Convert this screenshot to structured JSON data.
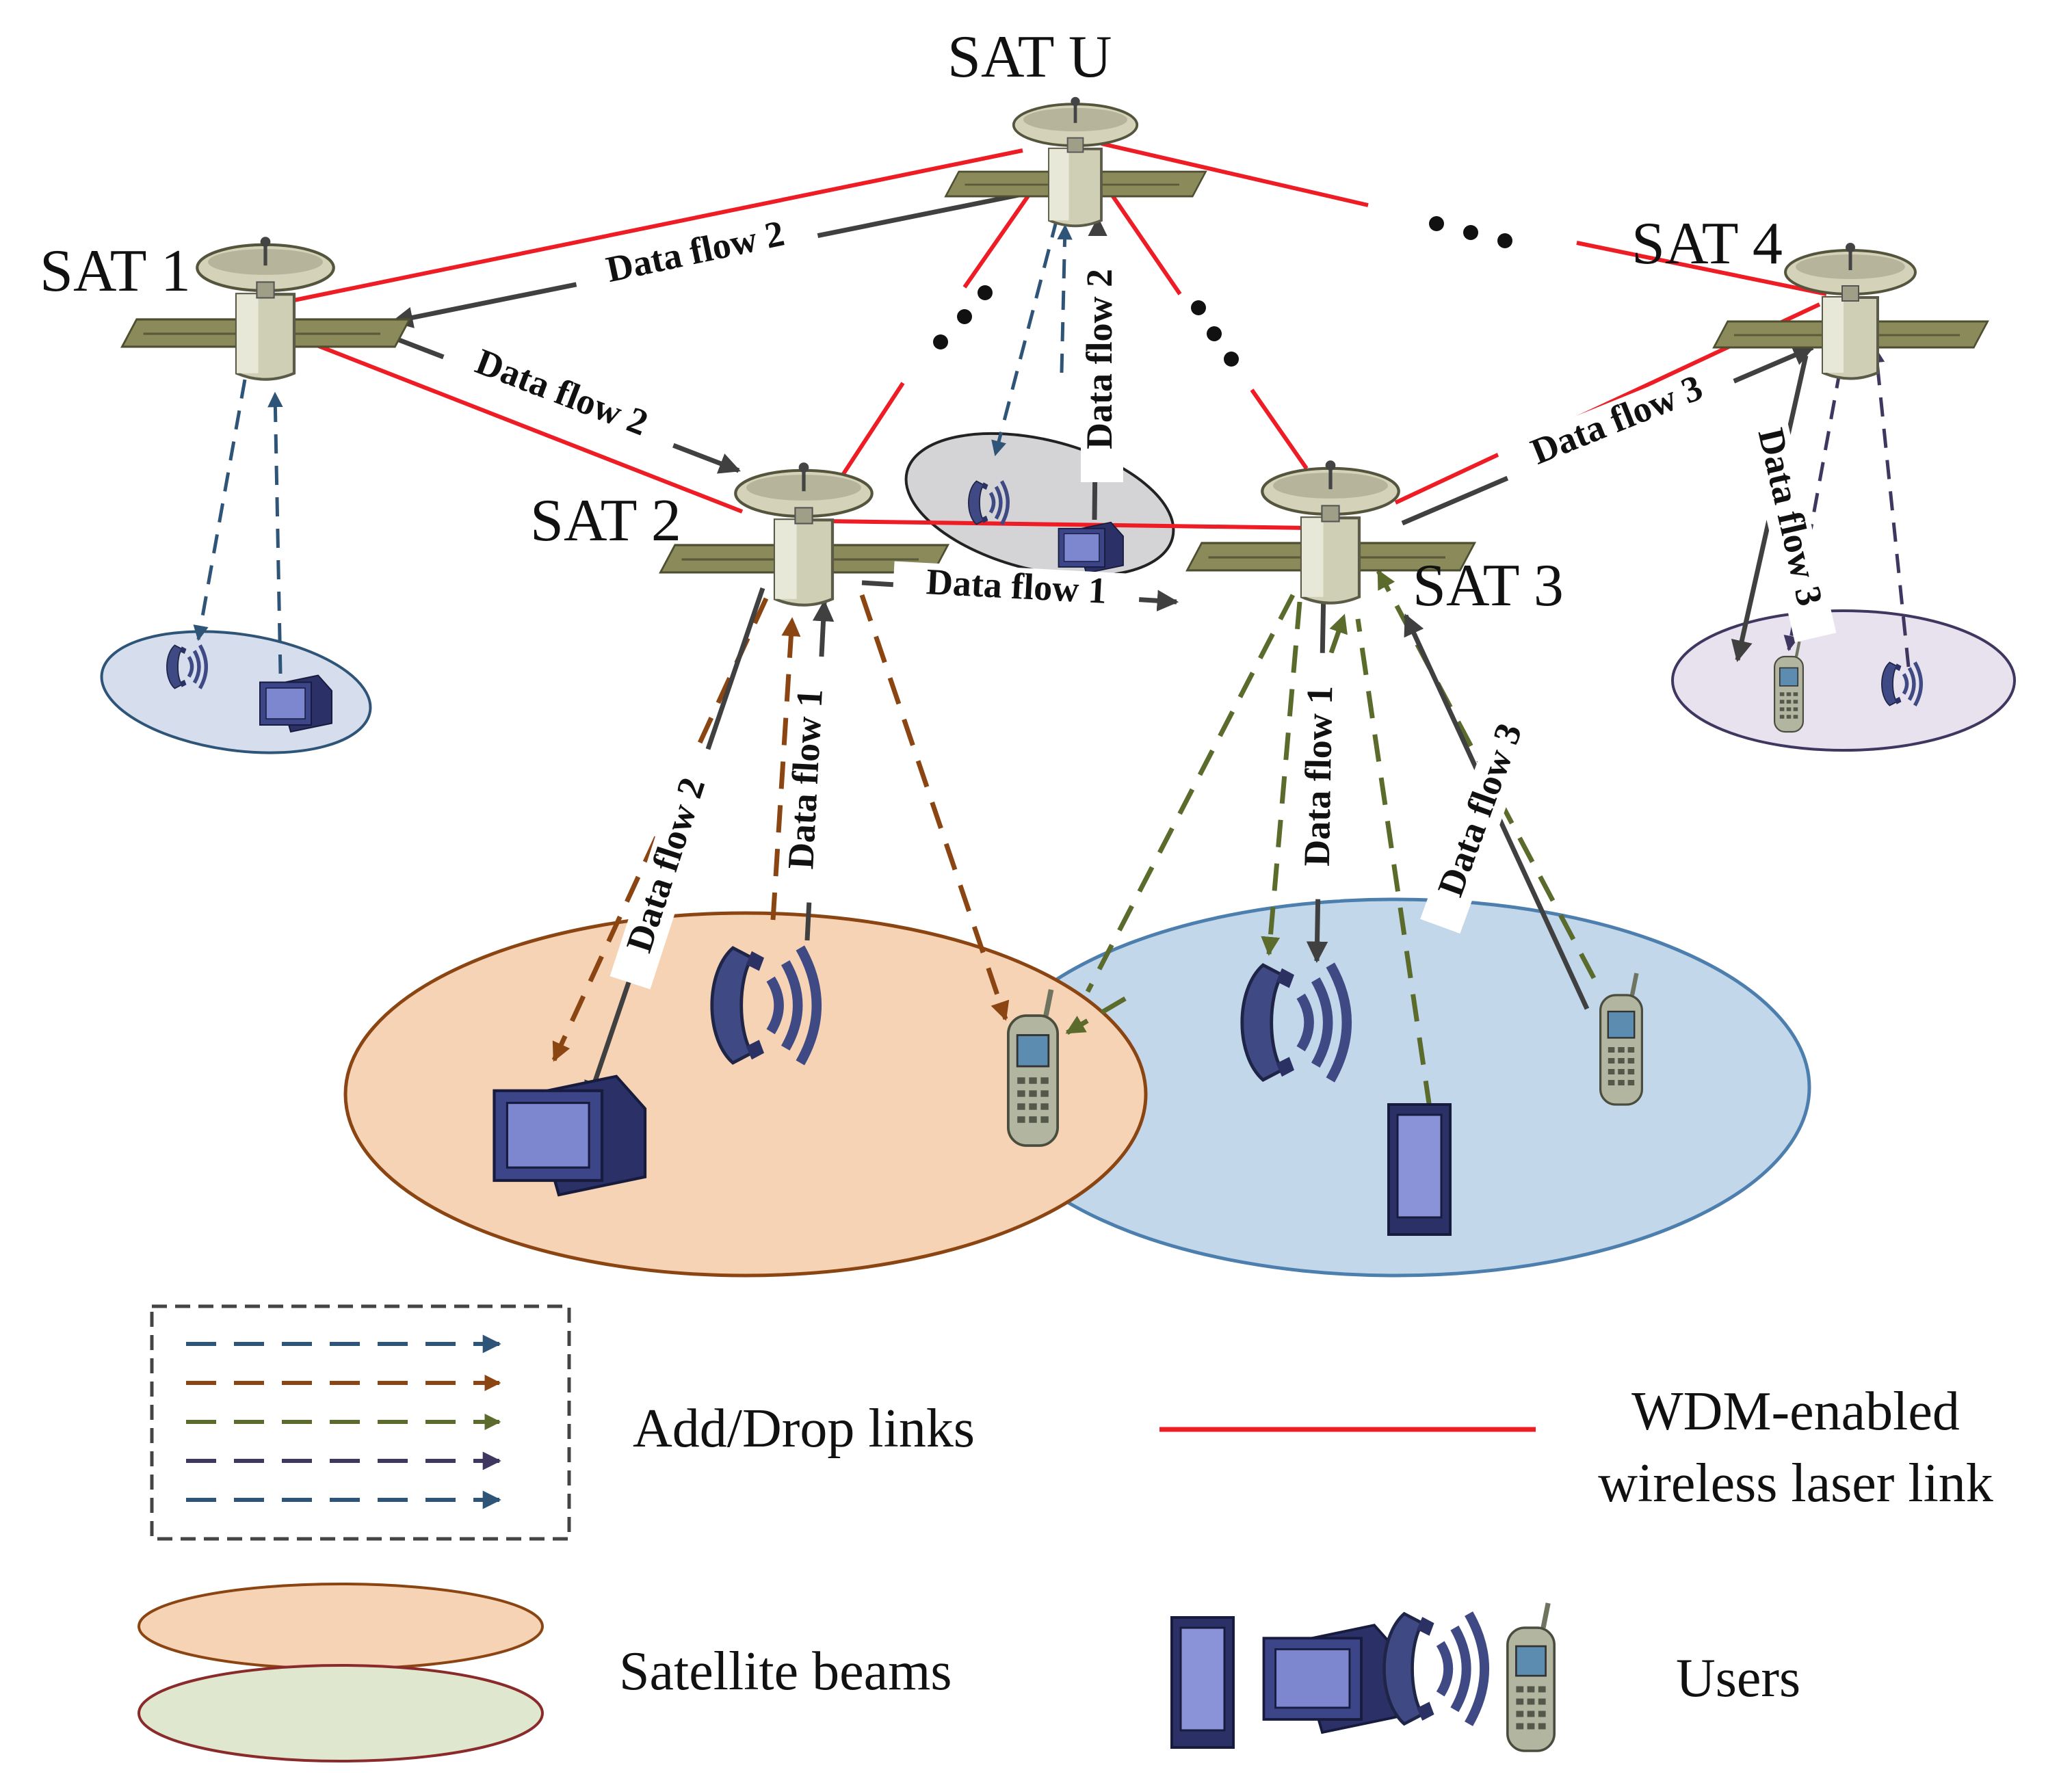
{
  "satellites": {
    "sat_u": "SAT U",
    "sat_1": "SAT 1",
    "sat_2": "SAT 2",
    "sat_3": "SAT 3",
    "sat_4": "SAT 4"
  },
  "data_flows": {
    "flow_1": "Data flow 1",
    "flow_2": "Data flow 2",
    "flow_3": "Data flow 3"
  },
  "legend": {
    "add_drop": "Add/Drop links",
    "wdm_line1": "WDM-enabled",
    "wdm_line2": "wireless laser link",
    "beams": "Satellite beams",
    "users": "Users"
  },
  "colors": {
    "laser_link": "#ee1c24",
    "data_flow": "#404040",
    "add_drop_sat1": "#2e5577",
    "add_drop_sat2": "#8b4513",
    "add_drop_sat3": "#5a6b2c",
    "add_drop_sat4": "#3f3760",
    "beam_orange": "#f6d3b4",
    "beam_blue": "#c3d7ea",
    "beam_green": "#e0e7cf"
  },
  "icons": [
    "satellite-icon",
    "phone-icon",
    "monitor-icon",
    "tablet-icon",
    "mobile-phone-icon"
  ]
}
